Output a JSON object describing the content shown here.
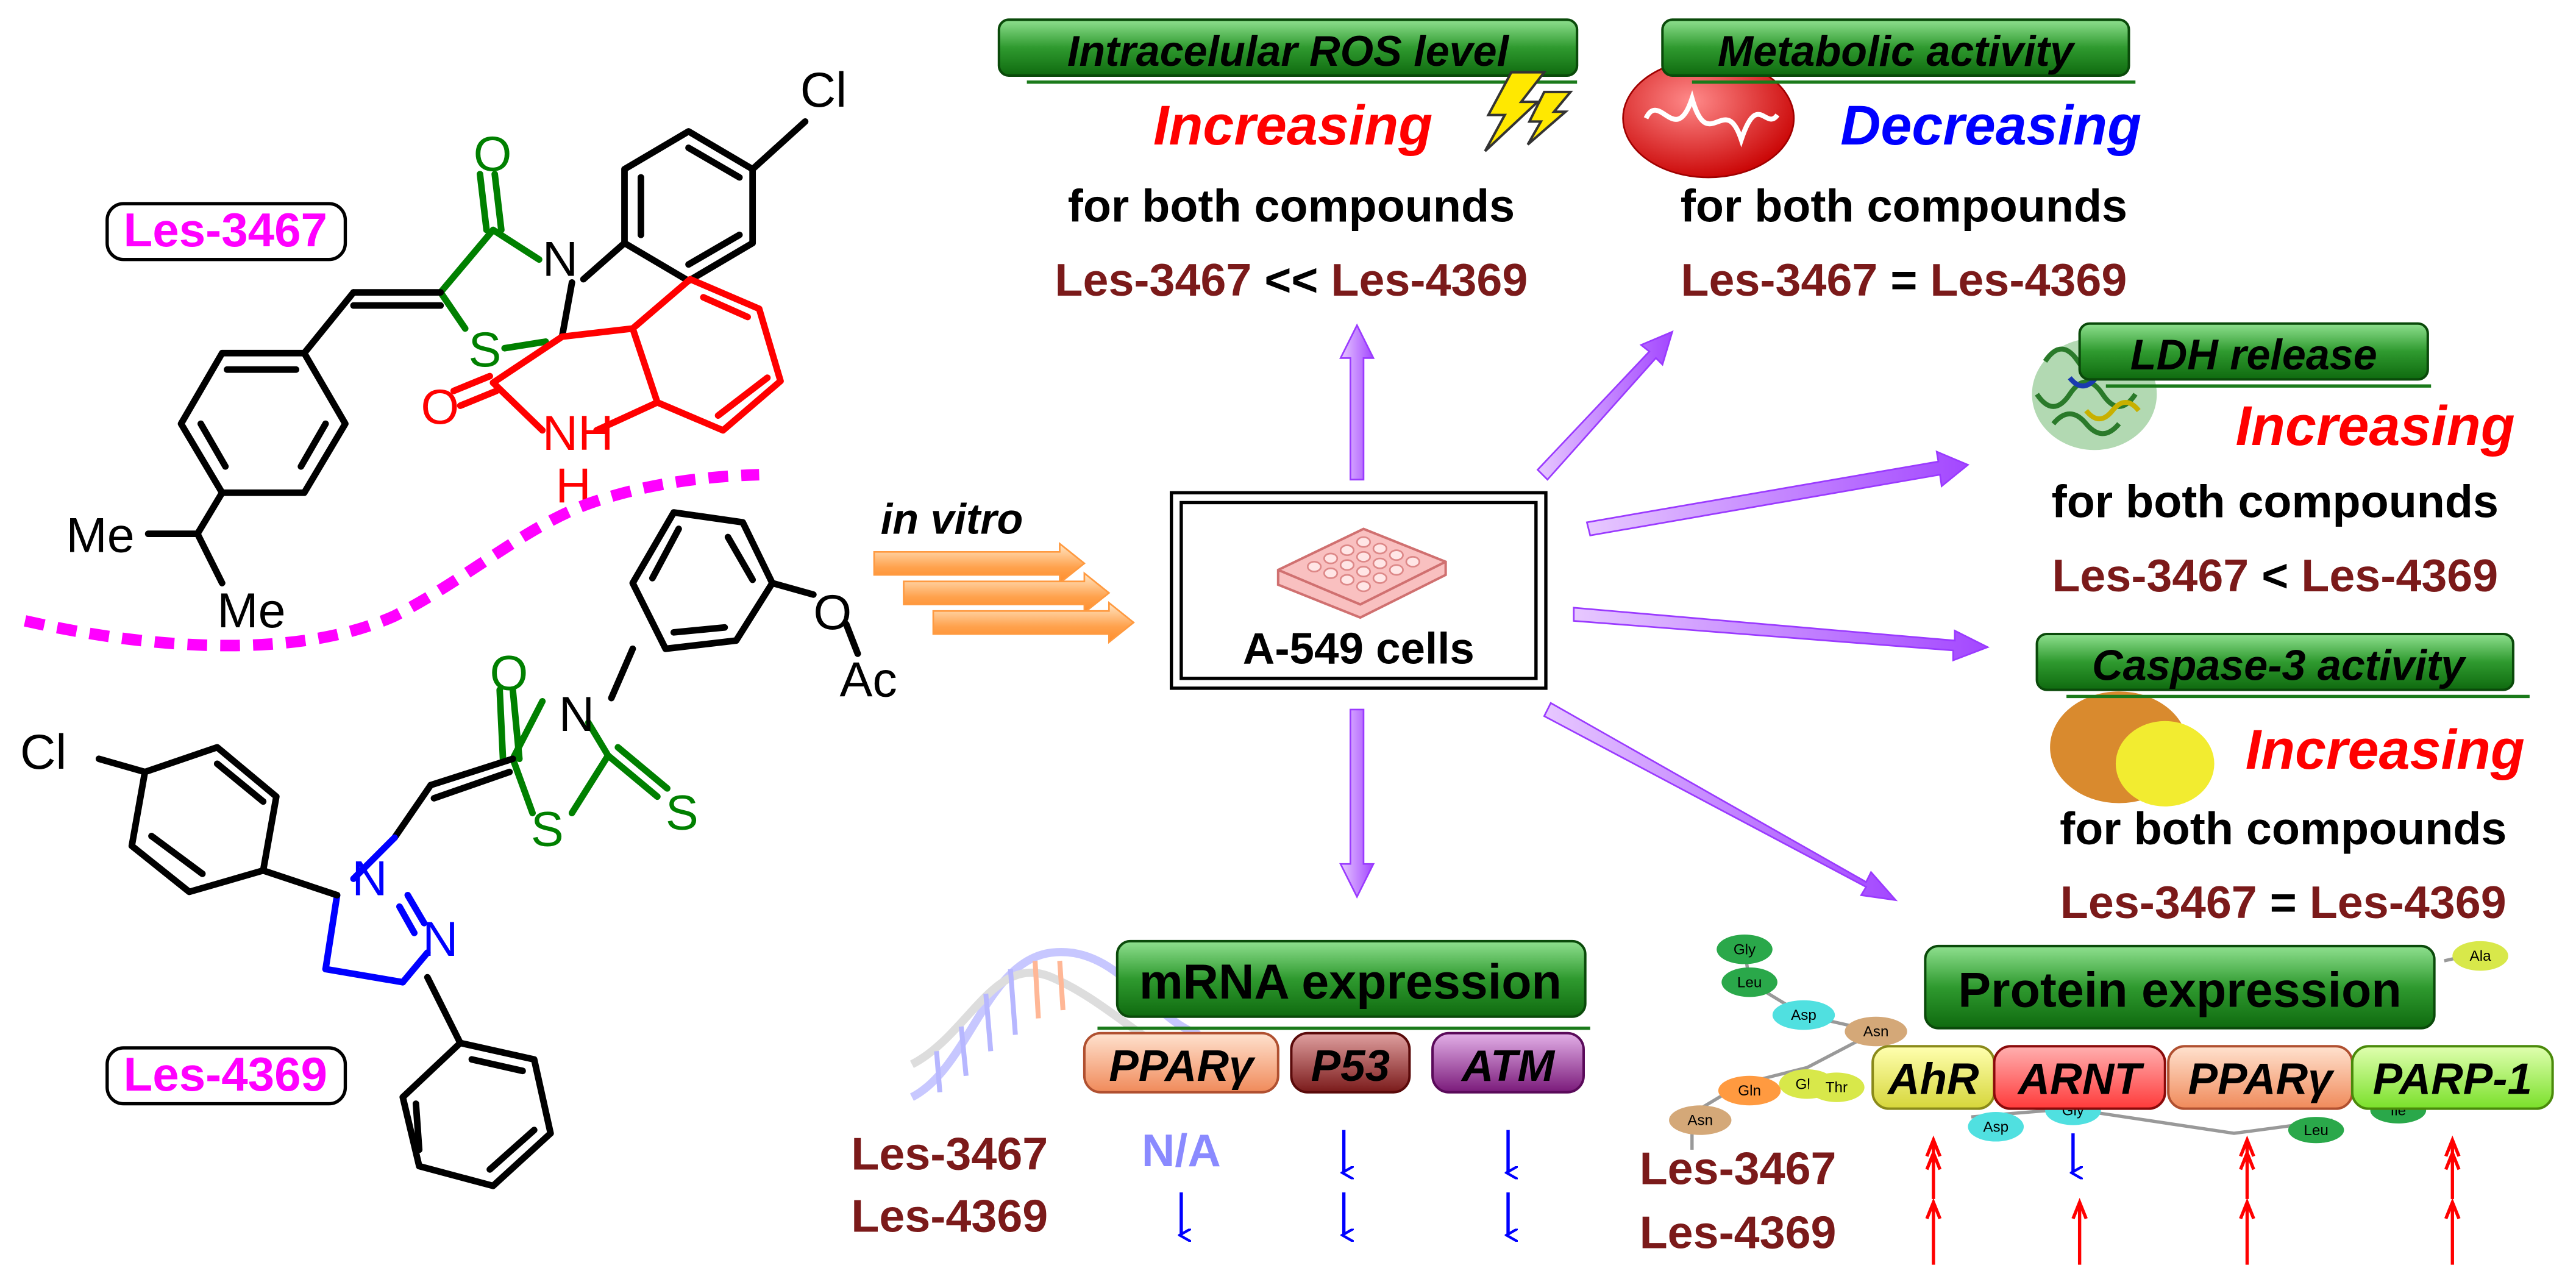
{
  "compounds": {
    "first": {
      "name": "Les-3467",
      "atoms": {
        "cl": "Cl",
        "o_carbonyl": "O",
        "n_ring": "N",
        "s_ring": "S",
        "o_oxindole": "O",
        "nh": "NH",
        "h": "H",
        "me1": "Me",
        "me2": "Me"
      }
    },
    "second": {
      "name": "Les-4369",
      "atoms": {
        "cl": "Cl",
        "o_carbonyl": "O",
        "n_ring": "N",
        "s_ring": "S",
        "s_thione": "S",
        "n1": "N",
        "n2": "N",
        "o_ester": "O",
        "ac": "Ac"
      }
    },
    "colors": {
      "label": "#ff00ff",
      "green": "#008000",
      "red": "#ff0000",
      "blue": "#0000ff",
      "black": "#000000"
    }
  },
  "center": {
    "in_vitro_label": "in vitro",
    "cells_label": "A-549 cells",
    "icon": "cell-culture-plate-icon"
  },
  "results": {
    "ros": {
      "title": "Intracelular ROS level",
      "effect": "Increasing",
      "subtitle": "for both compounds",
      "cmp_left": "Les-3467",
      "cmp_op": "<<",
      "cmp_right": "Les-4369",
      "icon": "lightning-icon"
    },
    "metabolic": {
      "title": "Metabolic activity",
      "effect": "Decreasing",
      "subtitle": "for both compounds",
      "cmp_left": "Les-3467",
      "cmp_op": "=",
      "cmp_right": "Les-4369",
      "icon": "mitochondrion-icon"
    },
    "ldh": {
      "title": "LDH release",
      "effect": "Increasing",
      "subtitle": "for both compounds",
      "cmp_left": "Les-3467",
      "cmp_op": "<",
      "cmp_right": "Les-4369",
      "icon": "protein-structure-icon"
    },
    "caspase": {
      "title": "Caspase-3 activity",
      "effect": "Increasing",
      "subtitle": "for both compounds",
      "cmp_left": "Les-3467",
      "cmp_op": "=",
      "cmp_right": "Les-4369",
      "icon": "enzyme-icon"
    }
  },
  "mrna": {
    "title": "mRNA expression",
    "icon": "dna-helix-icon",
    "genes": [
      "PPARγ",
      "P53",
      "ATM"
    ],
    "row1": "Les-3467",
    "row2": "Les-4369",
    "na": "N/A"
  },
  "protein": {
    "title": "Protein expression",
    "icon": "amino-acid-chain-icon",
    "genes": [
      "AhR",
      "ARNT",
      "PPARγ",
      "PARP-1"
    ],
    "row1": "Les-3467",
    "row2": "Les-4369",
    "aminos": [
      "Gly",
      "Leu",
      "Asp",
      "Asn",
      "Glu",
      "Ala",
      "Gln",
      "Thr",
      "Asn",
      "Asp",
      "Gly",
      "Leu",
      "Ile"
    ]
  },
  "text_colors": {
    "dark_red": "#7b1a1a",
    "effect_red": "#ff0000",
    "effect_blue": "#0000ff",
    "na": "#8a8aff"
  }
}
